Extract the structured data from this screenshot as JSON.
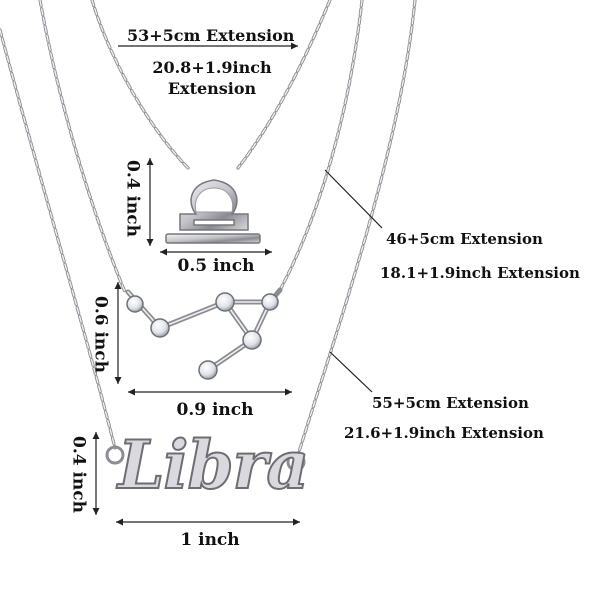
{
  "colors": {
    "background": "#ffffff",
    "silver_light": "#e9e9ec",
    "silver_mid": "#b9b9bf",
    "silver_dark": "#6f6f76",
    "text": "#111111"
  },
  "necklaces": {
    "inner": {
      "length_cm": "53+5cm Extension",
      "length_in_line1": "20.8+1.9inch",
      "length_in_line2": "Extension",
      "pendant": "libra-symbol",
      "height": "0.4 inch",
      "width": "0.5 inch"
    },
    "middle": {
      "length_cm": "46+5cm Extension",
      "length_in": "18.1+1.9inch Extension",
      "pendant": "libra-constellation",
      "height": "0.6 inch",
      "width": "0.9 inch"
    },
    "outer": {
      "length_cm": "55+5cm Extension",
      "length_in": "21.6+1.9inch Extension",
      "pendant": "libra-nameplate",
      "pendant_text": "Libra",
      "height": "0.4 inch",
      "width": "1 inch"
    }
  }
}
